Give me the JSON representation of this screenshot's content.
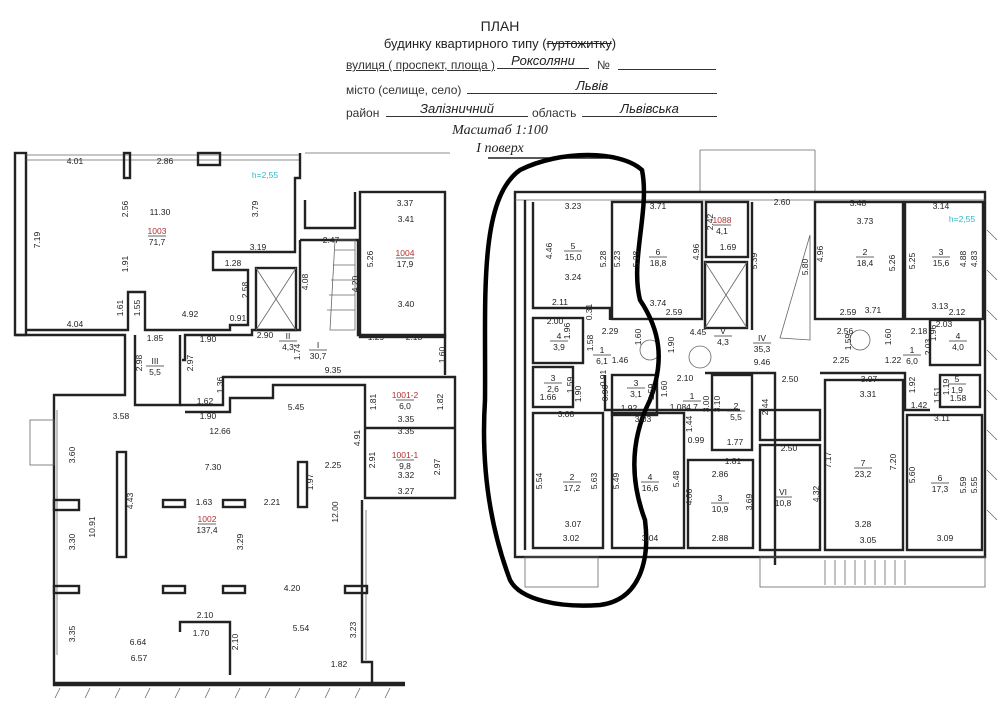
{
  "header": {
    "title": "ПЛАН",
    "subtitle_prefix": "будинку квартирного типу (",
    "subtitle_struck": "гуртожитку",
    "subtitle_suffix": ")",
    "street_label": "вулиця ( проспект, площа )",
    "street_value": "Роксоляни",
    "number_label": "№",
    "number_value": "",
    "city_label": "місто (селище, село)",
    "city_value": "Львів",
    "district_label": "район",
    "district_value": "Залізничний",
    "region_label": "область",
    "region_value": "Львівська",
    "scale": "Масштаб 1:100",
    "floor": "I поверх"
  },
  "colors": {
    "room_id": "#b03030",
    "height_note": "#30b8c8",
    "wall": "#222222",
    "marker": "#000000"
  },
  "rooms": [
    {
      "num": "1003",
      "area": "71,7",
      "red": true
    },
    {
      "num": "1004",
      "area": "17,9",
      "red": true
    },
    {
      "num": "II",
      "area": "4,3"
    },
    {
      "num": "I",
      "area": "30,7"
    },
    {
      "num": "III",
      "area": "5,5"
    },
    {
      "num": "1001-2",
      "area": "6,0",
      "red": true
    },
    {
      "num": "1001-1",
      "area": "9,8",
      "red": true
    },
    {
      "num": "1002",
      "area": "137,4",
      "red": true
    },
    {
      "num": "1088",
      "area": "4,1",
      "red": true
    },
    {
      "num": "5",
      "area": "15,0"
    },
    {
      "num": "6",
      "area": "18,8"
    },
    {
      "num": "2",
      "area": "18,4"
    },
    {
      "num": "3",
      "area": "15,6"
    },
    {
      "num": "4",
      "area": "3,9"
    },
    {
      "num": "1",
      "area": "6,1"
    },
    {
      "num": "V",
      "area": "4,3"
    },
    {
      "num": "IV",
      "area": "35,3"
    },
    {
      "num": "1",
      "area": "6,0"
    },
    {
      "num": "4",
      "area": "4,0"
    },
    {
      "num": "3",
      "area": "2,6"
    },
    {
      "num": "3",
      "area": "3,1"
    },
    {
      "num": "1",
      "area": "4,7"
    },
    {
      "num": "2",
      "area": "5,5"
    },
    {
      "num": "5",
      "area": "1,9"
    },
    {
      "num": "2",
      "area": "17,2"
    },
    {
      "num": "4",
      "area": "16,6"
    },
    {
      "num": "3",
      "area": "10,9"
    },
    {
      "num": "VI",
      "area": "10,8"
    },
    {
      "num": "7",
      "area": "23,2"
    },
    {
      "num": "6",
      "area": "17,3"
    }
  ],
  "height_notes": [
    "h=2,55",
    "h=2,55"
  ],
  "dims": [
    "4.01",
    "2.86",
    "2.56",
    "11.30",
    "3.79",
    "7.19",
    "3.19",
    "1.91",
    "1.28",
    "2.58",
    "1.61",
    "1.55",
    "4.92",
    "0.91",
    "4.04",
    "3.37",
    "3.41",
    "5.26",
    "3.40",
    "2.47",
    "4.08",
    "4.20",
    "2.90",
    "1.74",
    "1.29",
    "2.13",
    "1.60",
    "1.85",
    "1.90",
    "2.98",
    "2.97",
    "9.35",
    "1.36",
    "1.62",
    "3.58",
    "1.90",
    "5.45",
    "12.66",
    "1.81",
    "1.82",
    "3.35",
    "3.35",
    "2.91",
    "2.97",
    "3.32",
    "3.27",
    "3.60",
    "7.30",
    "2.25",
    "1.97",
    "4.43",
    "1.63",
    "2.21",
    "4.91",
    "10.91",
    "3.30",
    "12.00",
    "3.29",
    "4.20",
    "2.10",
    "1.70",
    "5.54",
    "3.35",
    "3.23",
    "6.64",
    "2.10",
    "6.57",
    "1.82",
    "3.23",
    "3.71",
    "2.42",
    "2.60",
    "3.48",
    "3.14",
    "3.73",
    "4.46",
    "5.28",
    "5.23",
    "5.28",
    "4.96",
    "1.69",
    "5.39",
    "5.80",
    "4.96",
    "5.26",
    "5.25",
    "4.88",
    "4.83",
    "3.24",
    "2.11",
    "0.31",
    "3.74",
    "2.59",
    "2.59",
    "3.71",
    "3.13",
    "2.12",
    "2.00",
    "2.29",
    "4.45",
    "2.56",
    "2.18",
    "2.03",
    "1.96",
    "1.58",
    "1.60",
    "1.90",
    "1.46",
    "9.46",
    "1.59",
    "1.60",
    "2.03",
    "1.96",
    "2.25",
    "1.22",
    "1.59",
    "1.90",
    "0.91",
    "0.96",
    "1.66",
    "2.10",
    "1.59",
    "1.60",
    "2.50",
    "3.07",
    "3.31",
    "1.92",
    "1.19",
    "1.51",
    "1.58",
    "1.92",
    "1.08",
    "3.00",
    "3.10",
    "2.44",
    "1.42",
    "3.11",
    "3.08",
    "3.03",
    "1.44",
    "0.99",
    "1.77",
    "2.50",
    "1.81",
    "7.17",
    "7.20",
    "5.60",
    "5.59",
    "5.55",
    "2.86",
    "5.54",
    "5.63",
    "5.49",
    "5.48",
    "4.06",
    "3.69",
    "4.32",
    "3.07",
    "3.28",
    "3.02",
    "3.04",
    "2.88",
    "3.05",
    "3.09"
  ]
}
